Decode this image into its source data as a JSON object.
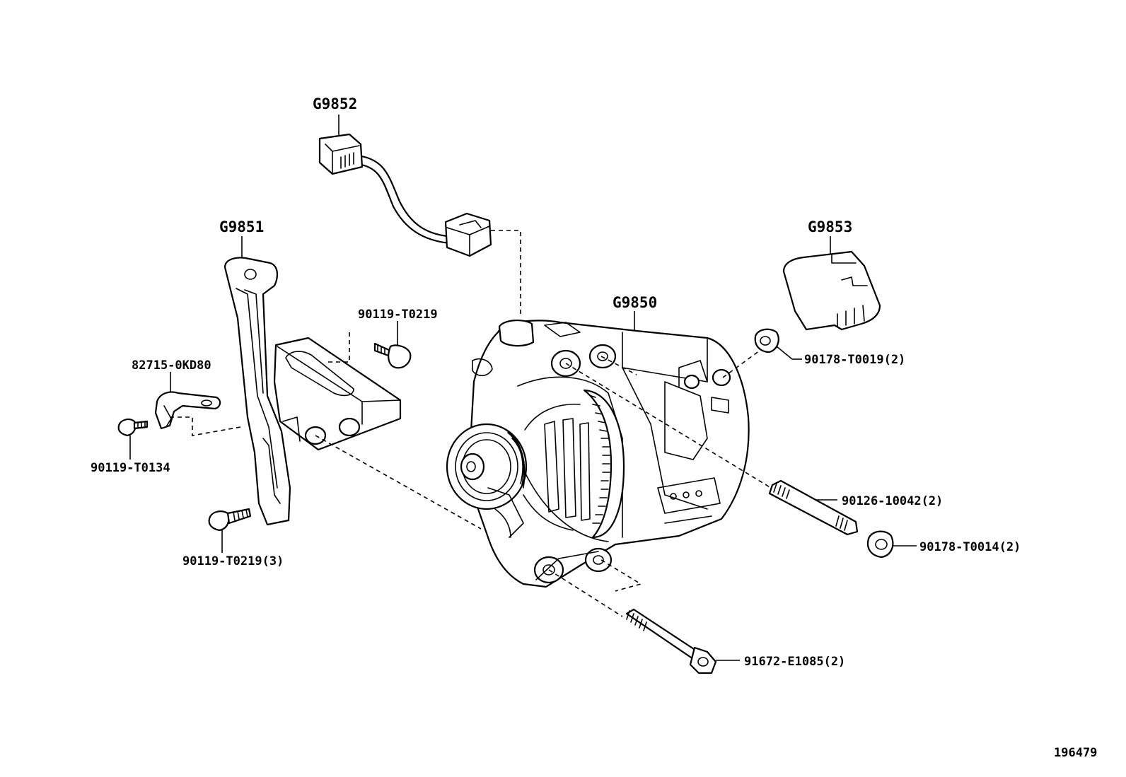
{
  "diagram": {
    "labels": {
      "g9852": "G9852",
      "g9851": "G9851",
      "g9850": "G9850",
      "g9853": "G9853",
      "p90119_t0219": "90119-T0219",
      "p82715_0kd80": "82715-0KD80",
      "p90119_t0134": "90119-T0134",
      "p90119_t0219_3": "90119-T0219(3)",
      "p90178_t0019_2": "90178-T0019(2)",
      "p90126_10042_2": "90126-10042(2)",
      "p90178_t0014_2": "90178-T0014(2)",
      "p91672_e1085_2": "91672-E1085(2)"
    },
    "figure_number": "196479"
  }
}
